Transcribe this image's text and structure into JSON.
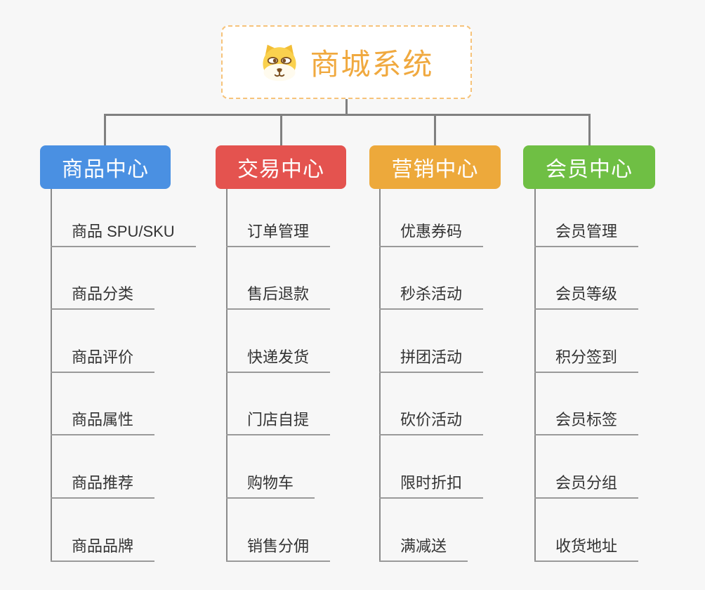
{
  "app": {
    "background_color": "#f7f7f7",
    "connector_color": "#808080"
  },
  "root": {
    "title": "商城系统",
    "icon": "dog-face-icon",
    "text_color": "#f0a93f",
    "border_color": "#f6c37a"
  },
  "branches": [
    {
      "label": "商品中心",
      "color": "#4a90e2",
      "items": [
        "商品 SPU/SKU",
        "商品分类",
        "商品评价",
        "商品属性",
        "商品推荐",
        "商品品牌"
      ]
    },
    {
      "label": "交易中心",
      "color": "#e4534f",
      "items": [
        "订单管理",
        "售后退款",
        "快递发货",
        "门店自提",
        "购物车",
        "销售分佣"
      ]
    },
    {
      "label": "营销中心",
      "color": "#eda93b",
      "items": [
        "优惠券码",
        "秒杀活动",
        "拼团活动",
        "砍价活动",
        "限时折扣",
        "满减送"
      ]
    },
    {
      "label": "会员中心",
      "color": "#6fbf44",
      "items": [
        "会员管理",
        "会员等级",
        "积分签到",
        "会员标签",
        "会员分组",
        "收货地址"
      ]
    }
  ]
}
